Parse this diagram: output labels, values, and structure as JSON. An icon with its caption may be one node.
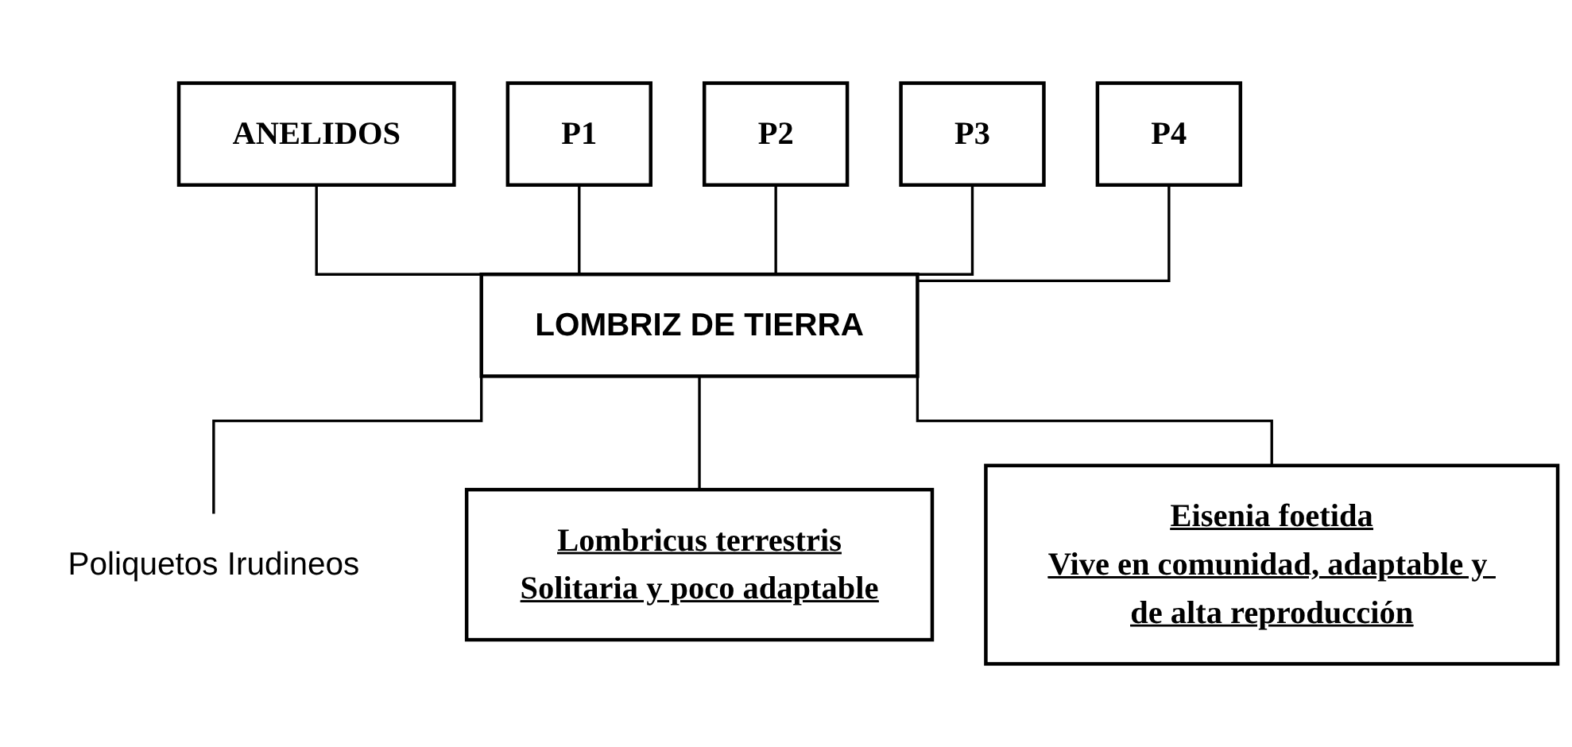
{
  "diagram": {
    "nodes": [
      {
        "text": [
          "ANELIDOS"
        ]
      },
      {
        "text": [
          "LOMBRIZ DE TIERRA"
        ]
      },
      {
        "text": [
          "P1"
        ]
      },
      {
        "text": [
          "P2"
        ]
      },
      {
        "text": [
          "P3"
        ]
      },
      {
        "text": [
          "P4"
        ]
      },
      {
        "text": [
          "Poliquetos Irudineos"
        ]
      },
      {
        "text": [
          "Lombricus terrestris",
          "Solitaria y poco adaptable"
        ]
      },
      {
        "text": [
          "Eisenia foetida",
          "Vive en comunidad, adaptable y de alta reproducción"
        ]
      }
    ],
    "edges": [
      {
        "from": 0,
        "to": 1,
        "arrow": "none"
      },
      {
        "from": 2,
        "to": 1,
        "arrow": "none"
      },
      {
        "from": 3,
        "to": 1,
        "arrow": "none"
      },
      {
        "from": 4,
        "to": 1,
        "arrow": "none"
      },
      {
        "from": 5,
        "to": 1,
        "arrow": "none"
      },
      {
        "from": 1,
        "to": 6,
        "arrow": "none"
      },
      {
        "from": 1,
        "to": 7,
        "arrow": "none"
      },
      {
        "from": 1,
        "to": 8,
        "arrow": "none"
      }
    ]
  }
}
